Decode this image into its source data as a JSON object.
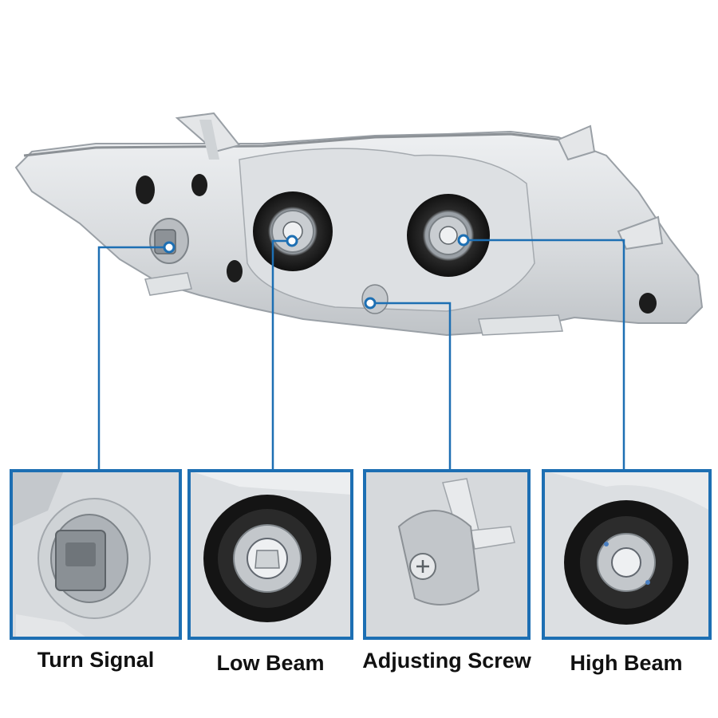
{
  "callouts": [
    {
      "id": "turn",
      "label": "Turn Signal"
    },
    {
      "id": "low",
      "label": "Low Beam"
    },
    {
      "id": "adjust",
      "label": "Adjusting Screw"
    },
    {
      "id": "high",
      "label": "High Beam"
    }
  ],
  "colors": {
    "frame": "#1d6fb3",
    "leader_line": "#1d6fb3",
    "housing": "#d9dcdf",
    "housing_shadow": "#b7bcc1",
    "seal": "#1b1b1b",
    "label_text": "#111111",
    "background": "#ffffff"
  }
}
